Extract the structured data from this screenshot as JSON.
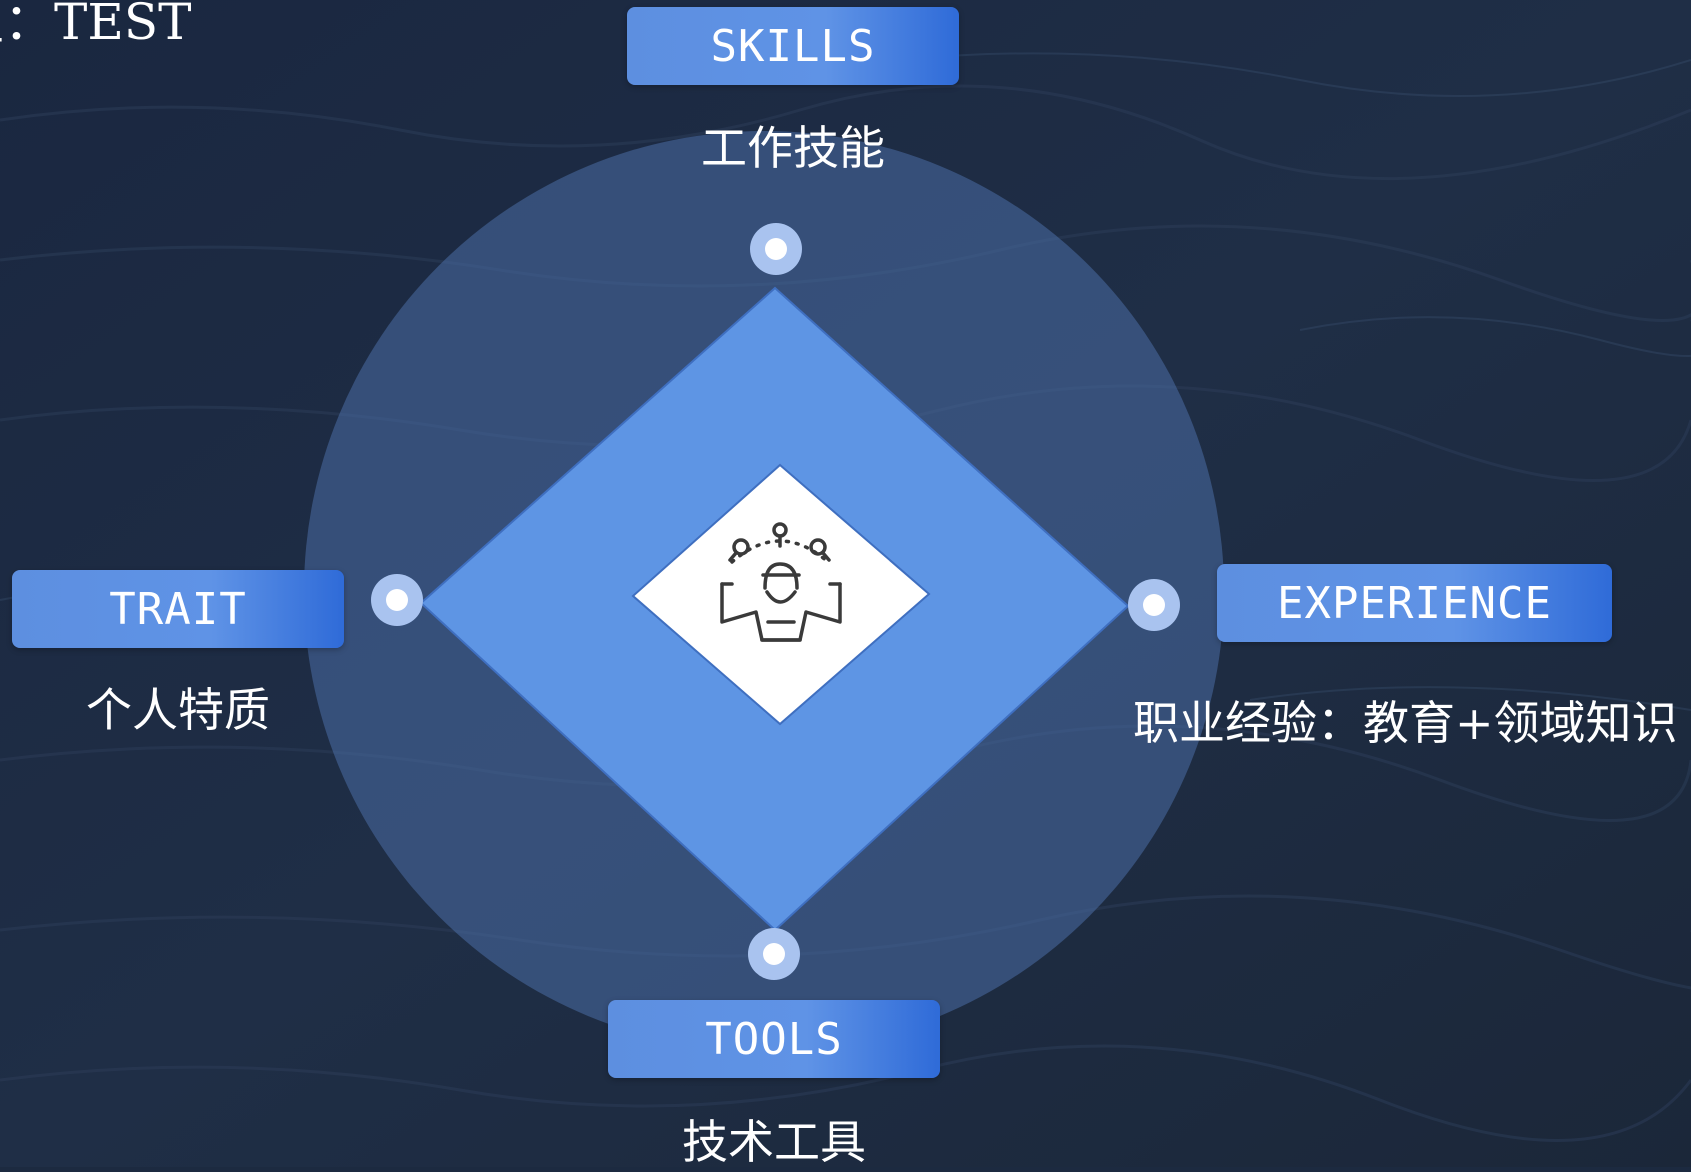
{
  "top_title": "型：TEST",
  "skills": {
    "label": "SKILLS",
    "caption": "工作技能"
  },
  "trait": {
    "label": "TRAIT",
    "caption": "个人特质"
  },
  "experience": {
    "label": "EXPERIENCE",
    "caption": "职业经验：教育+领域知识"
  },
  "tools": {
    "label": "TOOLS",
    "caption": "技术工具"
  },
  "colors": {
    "background": "#1c2a40",
    "circle": "#3a5a8e",
    "diamond": "#5e95e4",
    "accent": "#5d8fe0",
    "node_ring": "#a9c3ef",
    "icon": "#3a3a3a"
  },
  "center_icon": "person-juggling-icon"
}
